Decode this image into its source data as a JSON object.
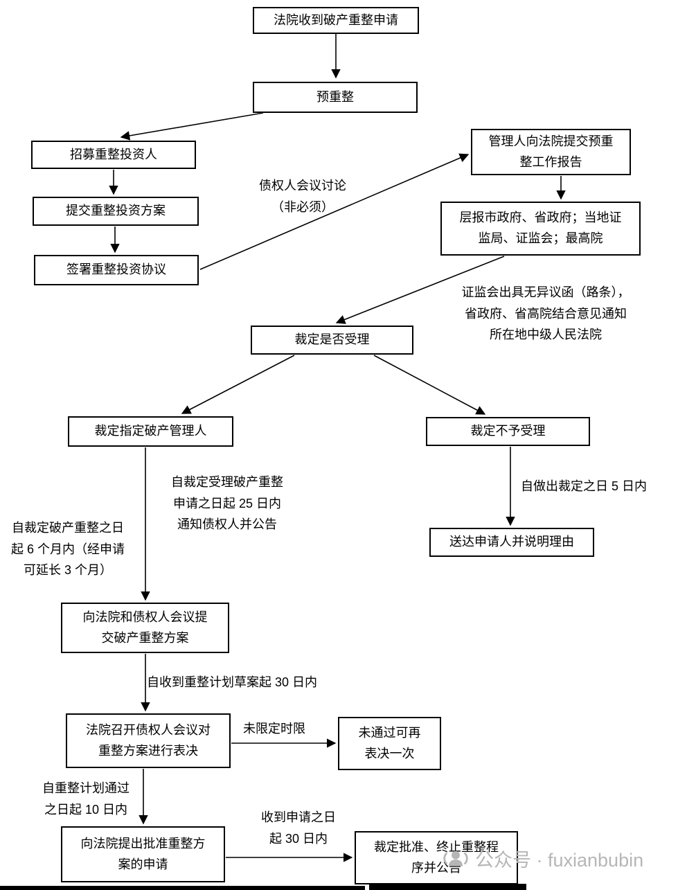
{
  "nodes": {
    "receive": "法院收到破产重整申请",
    "pre_reorg": "预重整",
    "recruit": "招募重整投资人",
    "submit_plan": "提交重整投资方案",
    "sign_agreement": "签署重整投资协议",
    "admin_report": "管理人向法院提交预重\n整工作报告",
    "report_gov": "层报市政府、省政府；当地证\n监局、证监会；最高院",
    "rule_accept": "裁定是否受理",
    "appoint_admin": "裁定指定破产管理人",
    "reject": "裁定不予受理",
    "serve_notice": "送达申请人并说明理由",
    "submit_reorg_plan": "向法院和债权人会议提\n交破产重整方案",
    "creditor_vote": "法院召开债权人会议对\n重整方案进行表决",
    "revote": "未通过可再\n表决一次",
    "apply_approval": "向法院提出批准重整方\n案的申请",
    "approve_terminate": "裁定批准、终止重整程\n序并公告"
  },
  "edge_labels": {
    "creditor_discuss": "债权人会议讨论\n（非必须）",
    "csrc_letter": "证监会出具无异议函（路条），\n省政府、省高院结合意见通知\n所在地中级人民法院",
    "notify_25days": "自裁定受理破产重整\n申请之日起 25 日内\n通知债权人并公告",
    "six_months": "自裁定破产重整之日\n起 6 个月内（经申请\n可延长 3 个月）",
    "five_days": "自做出裁定之日 5 日内",
    "thirty_days_draft": "自收到重整计划草案起 30 日内",
    "no_time_limit": "未限定时限",
    "ten_days": "自重整计划通过\n之日起 10 日内",
    "thirty_days_apply": "收到申请之日\n起 30 日内"
  },
  "edges": [
    {
      "from": "receive",
      "to": "pre_reorg",
      "labels": []
    },
    {
      "from": "pre_reorg",
      "to": "recruit",
      "labels": []
    },
    {
      "from": "recruit",
      "to": "submit_plan",
      "labels": []
    },
    {
      "from": "submit_plan",
      "to": "sign_agreement",
      "labels": []
    },
    {
      "from": "sign_agreement",
      "to": "admin_report",
      "labels": [
        "creditor_discuss"
      ]
    },
    {
      "from": "admin_report",
      "to": "report_gov",
      "labels": []
    },
    {
      "from": "report_gov",
      "to": "rule_accept",
      "labels": [
        "csrc_letter"
      ]
    },
    {
      "from": "rule_accept",
      "to": "appoint_admin",
      "labels": []
    },
    {
      "from": "rule_accept",
      "to": "reject",
      "labels": []
    },
    {
      "from": "appoint_admin",
      "to": "submit_reorg_plan",
      "labels": [
        "notify_25days",
        "six_months"
      ]
    },
    {
      "from": "reject",
      "to": "serve_notice",
      "labels": [
        "five_days"
      ]
    },
    {
      "from": "submit_reorg_plan",
      "to": "creditor_vote",
      "labels": [
        "thirty_days_draft"
      ]
    },
    {
      "from": "creditor_vote",
      "to": "revote",
      "labels": [
        "no_time_limit"
      ]
    },
    {
      "from": "creditor_vote",
      "to": "apply_approval",
      "labels": [
        "ten_days"
      ]
    },
    {
      "from": "apply_approval",
      "to": "approve_terminate",
      "labels": [
        "thirty_days_apply"
      ]
    }
  ],
  "watermark": {
    "text": "公众号 · fuxianbubin",
    "icon": "wechat-official-account-icon"
  },
  "colors": {
    "line": "#000000",
    "box_border": "#000000",
    "background": "#ffffff",
    "watermark": "#b6b6b6"
  }
}
